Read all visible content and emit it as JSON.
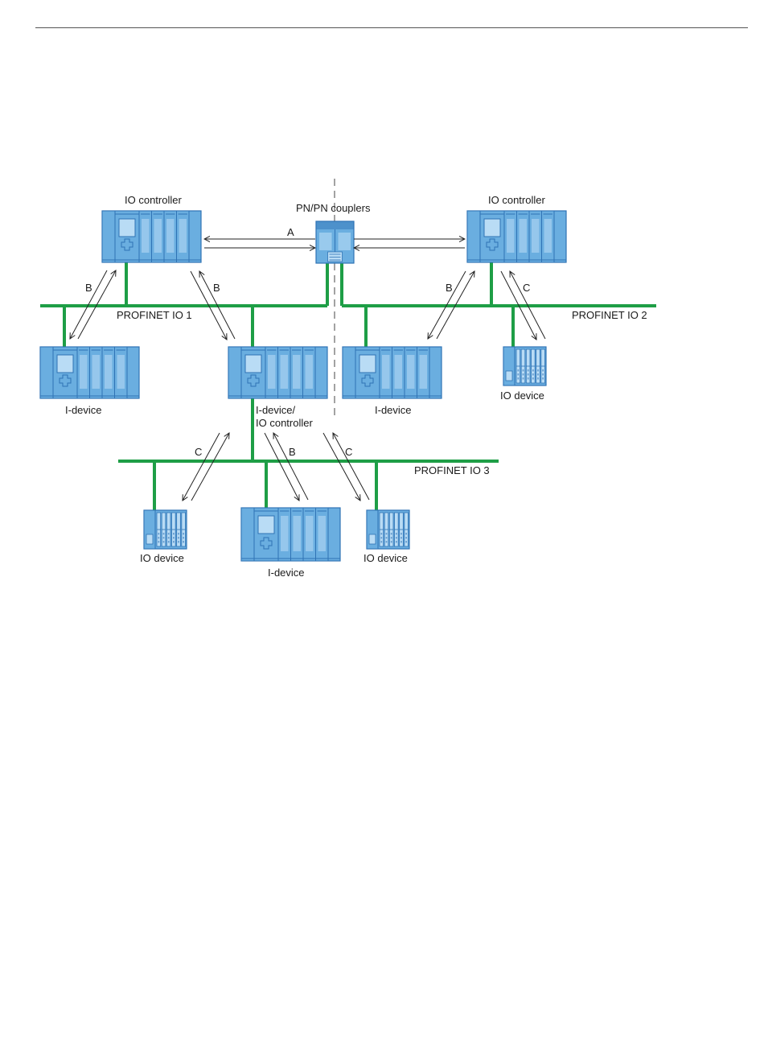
{
  "colors": {
    "network": "#1e9e46",
    "device_fill": "#6aaee0",
    "device_dark": "#2f73b5",
    "device_light": "#b9dcf5",
    "header_rule": "#555555"
  },
  "labels": {
    "io_controller_left": "IO controller",
    "io_controller_right": "IO controller",
    "pn_couplers": "PN/PN couplers",
    "profinet_1": "PROFINET IO 1",
    "profinet_2": "PROFINET IO 2",
    "profinet_3": "PROFINET IO 3",
    "i_device_1": "I-device",
    "i_device_2": "I-device",
    "i_device_3": "I-device",
    "i_device_io_controller_line1": "I-device/",
    "i_device_io_controller_line2": "IO controller",
    "io_device_right": "IO device",
    "io_device_bottom_left": "IO device",
    "io_device_bottom_right": "IO device"
  },
  "connections": {
    "coupler_link": "A",
    "ctrl_left_to_idevice": "B",
    "ctrl_left_to_idevice_ctrl": "B",
    "ctrl_right_to_idevice": "B",
    "ctrl_right_to_iodevice": "C",
    "idc_to_iodevice_left": "C",
    "idc_to_idevice": "B",
    "idc_to_iodevice_right": "C"
  }
}
